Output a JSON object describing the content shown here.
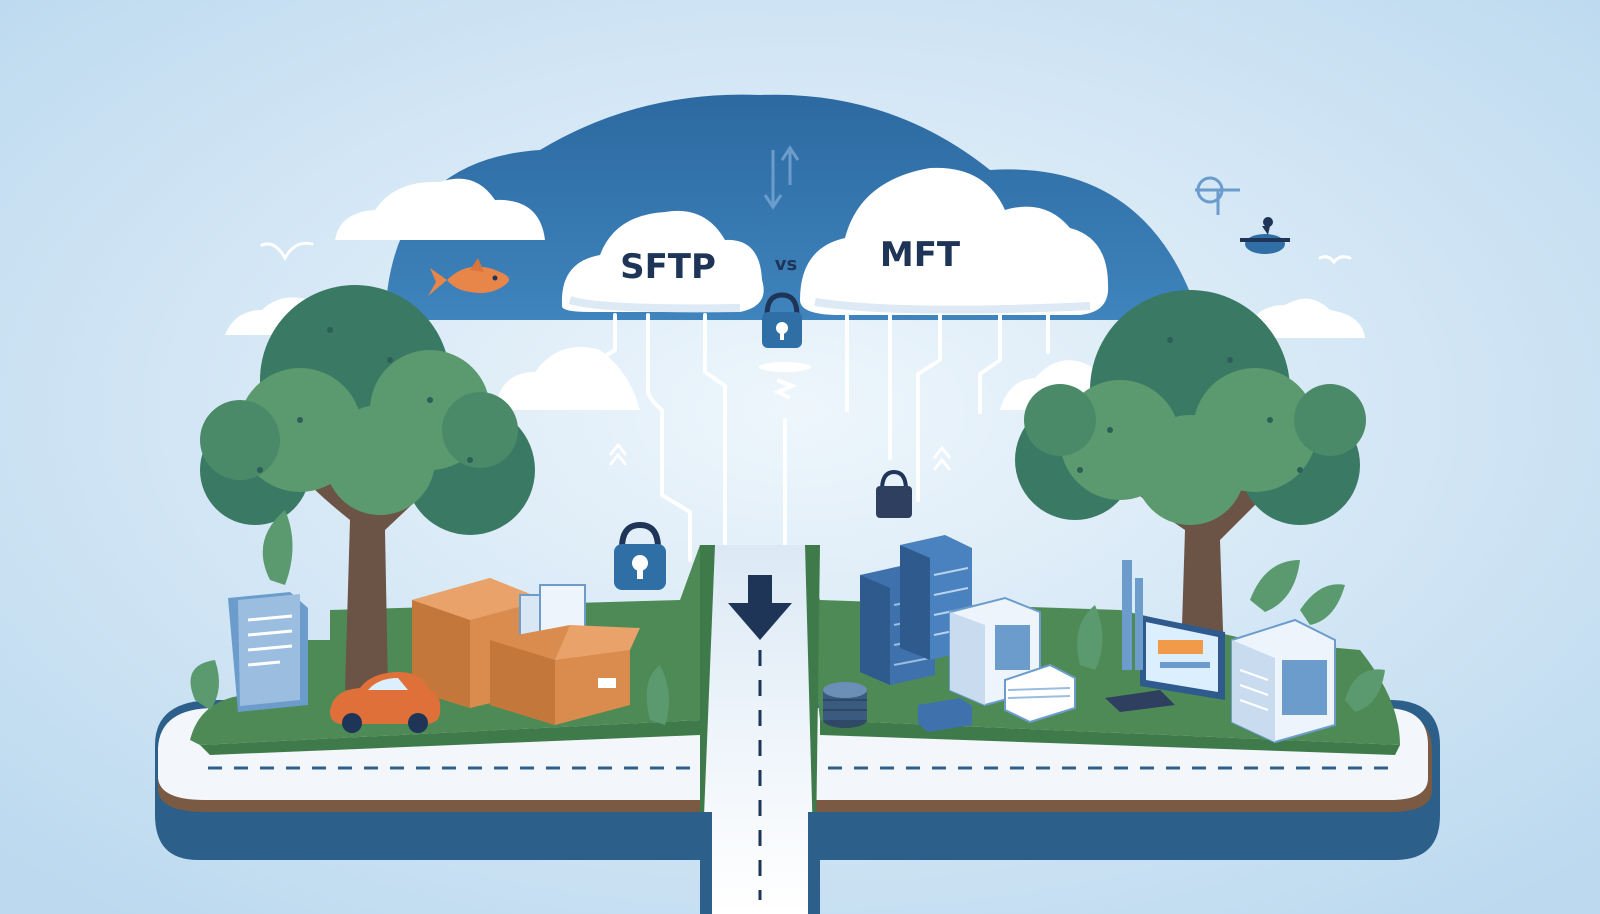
{
  "labels": {
    "left": "SFTP",
    "vs": "vs",
    "right": "MFT"
  },
  "colors": {
    "sky": "#d6e9f7",
    "dome": "#2f6fa6",
    "cloud": "#ffffff",
    "cloud_shade": "#dde9f4",
    "grass": "#4e8a55",
    "grass_light": "#6fa06a",
    "road": "#f3f7fb",
    "road_edge": "#2c5f8a",
    "dirt": "#7a5a43",
    "tree_dark": "#3a7a64",
    "tree_light": "#5b9a6e",
    "trunk": "#6b5446",
    "lock": "#2f6fa6",
    "box": "#d98c4e",
    "car": "#e0703a",
    "server": "#3f72ad"
  },
  "icons": [
    "padlock-icon",
    "down-arrow-icon",
    "fish-icon",
    "bird-icon",
    "drone-icon",
    "server-icon",
    "box-icon",
    "car-icon",
    "monitor-icon",
    "document-icon",
    "tree-icon"
  ]
}
